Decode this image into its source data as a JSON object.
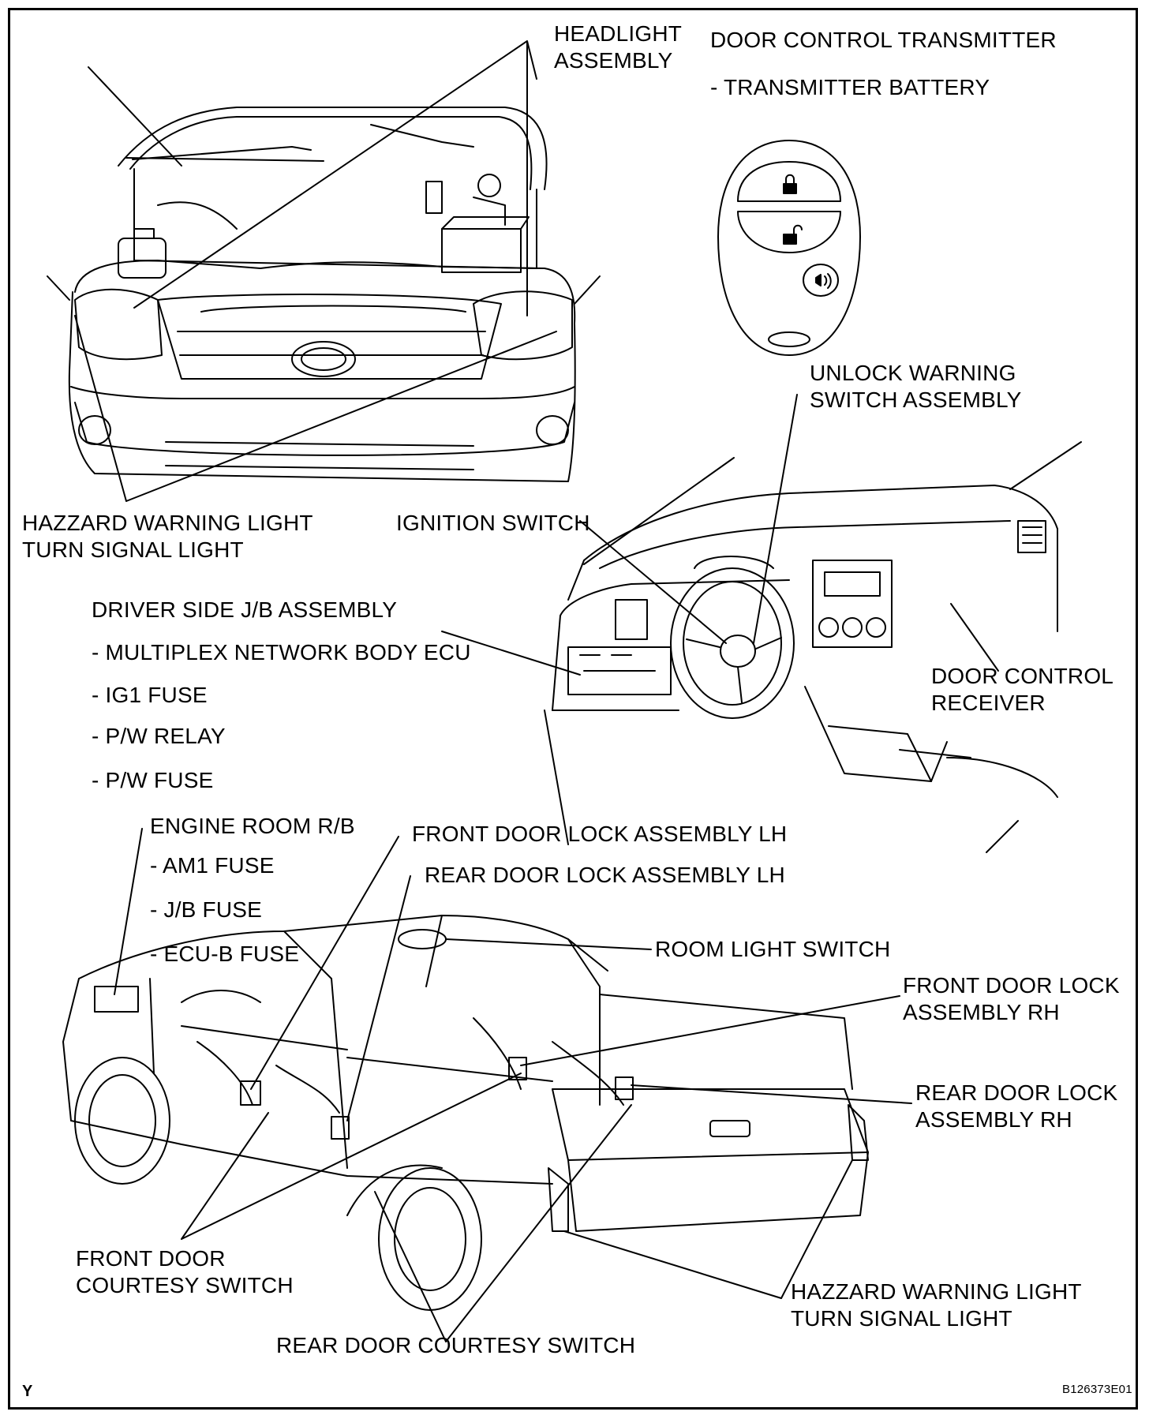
{
  "labels": {
    "headlight": [
      "HEADLIGHT",
      "ASSEMBLY"
    ],
    "transmitter": "DOOR CONTROL TRANSMITTER",
    "transmitter_battery": "- TRANSMITTER BATTERY",
    "unlock_warning": [
      "UNLOCK WARNING",
      "SWITCH ASSEMBLY"
    ],
    "hazard_front": [
      "HAZZARD WARNING LIGHT",
      "TURN SIGNAL LIGHT"
    ],
    "ignition": "IGNITION SWITCH",
    "driver_jb": "DRIVER SIDE J/B ASSEMBLY",
    "driver_jb_items": [
      "- MULTIPLEX NETWORK BODY ECU",
      "- IG1 FUSE",
      "- P/W RELAY",
      "- P/W FUSE"
    ],
    "door_receiver": [
      "DOOR CONTROL",
      "RECEIVER"
    ],
    "engine_rb": "ENGINE ROOM R/B",
    "engine_rb_items": [
      "- AM1 FUSE",
      "- J/B FUSE",
      "- ECU-B FUSE"
    ],
    "front_lock_lh": "FRONT DOOR LOCK ASSEMBLY LH",
    "rear_lock_lh": "REAR DOOR LOCK ASSEMBLY LH",
    "room_light": "ROOM LIGHT SWITCH",
    "front_lock_rh": [
      "FRONT DOOR LOCK",
      "ASSEMBLY RH"
    ],
    "rear_lock_rh": [
      "REAR DOOR LOCK",
      "ASSEMBLY RH"
    ],
    "front_courtesy": [
      "FRONT DOOR",
      "COURTESY SWITCH"
    ],
    "hazard_rear": [
      "HAZZARD WARNING LIGHT",
      "TURN SIGNAL LIGHT"
    ],
    "rear_courtesy": "REAR DOOR COURTESY SWITCH"
  },
  "footer": {
    "corner_mark": "Y",
    "figure_code": "B126373E01"
  },
  "icons": [
    "lock-icon",
    "unlock-icon",
    "panic-icon"
  ],
  "colors": {
    "ink": "#000000",
    "paper": "#ffffff"
  }
}
